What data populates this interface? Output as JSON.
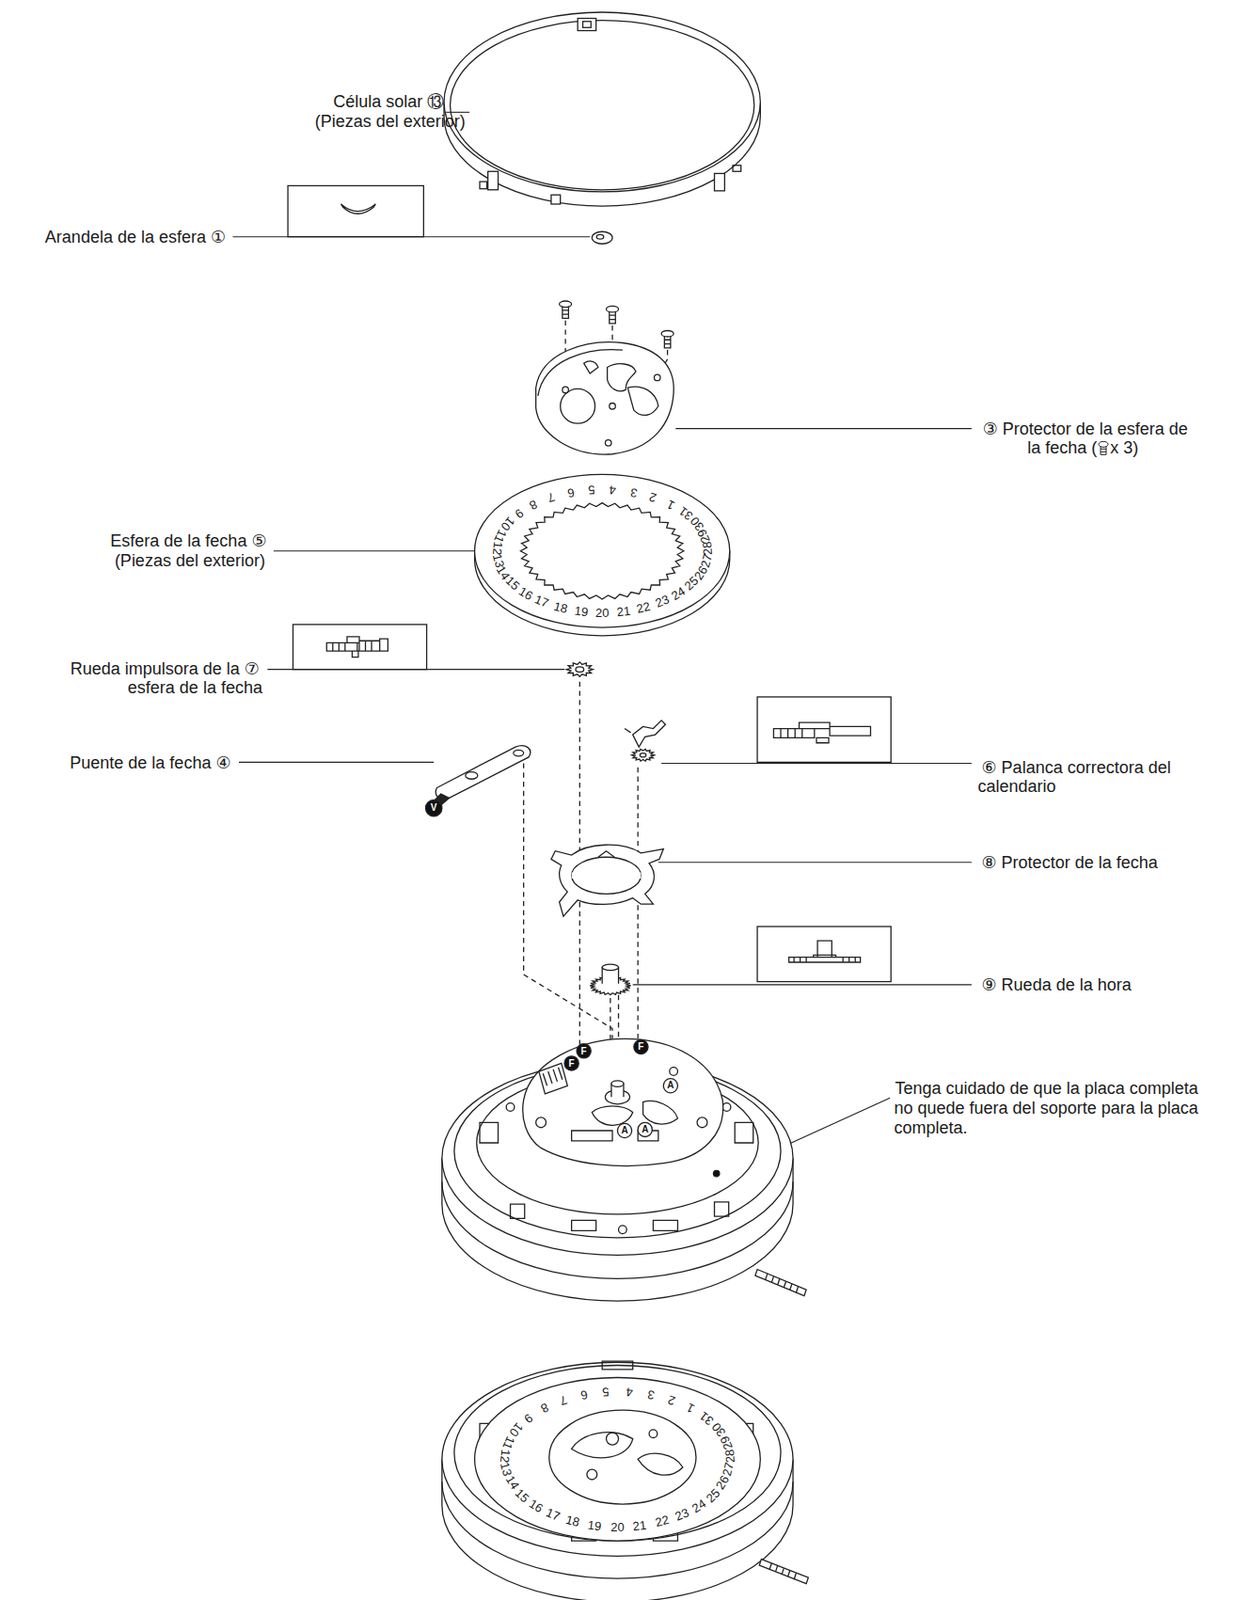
{
  "diagram": {
    "labels": [
      "Célula solar",
      "⑬",
      "(Piezas del exterior)",
      "Arandela de la esfera",
      "①",
      "③",
      "Protector de la esfera de la fecha (",
      "x 3)",
      "Esfera de la fecha",
      "⑤",
      "(Piezas del exterior)",
      "Rueda impulsora de la",
      "⑦",
      "esfera de la fecha",
      "Puente de la fecha",
      "④",
      "⑥",
      "Palanca correctora del calendario",
      "⑧",
      "Protector de la fecha",
      "⑨",
      "Rueda de la hora",
      "Tenga cuidado de que la placa completa no quede fuera del soporte para la placa completa.",
      "V",
      "F",
      "F",
      "F",
      "A",
      "A",
      "A",
      "1",
      "2",
      "3",
      "4",
      "5",
      "6",
      "7",
      "8",
      "9",
      "10",
      "11",
      "12",
      "13",
      "14",
      "15",
      "16",
      "17",
      "18",
      "19",
      "20",
      "21",
      "22",
      "23",
      "24",
      "25",
      "26",
      "27",
      "28",
      "29",
      "30",
      "31",
      "1",
      "2",
      "3",
      "4",
      "5",
      "6",
      "7",
      "8",
      "9",
      "10",
      "11",
      "12",
      "13",
      "14",
      "15",
      "16",
      "17",
      "18",
      "19",
      "20",
      "21",
      "22",
      "23",
      "24",
      "25",
      "26",
      "27",
      "28",
      "29",
      "30",
      "31"
    ]
  }
}
